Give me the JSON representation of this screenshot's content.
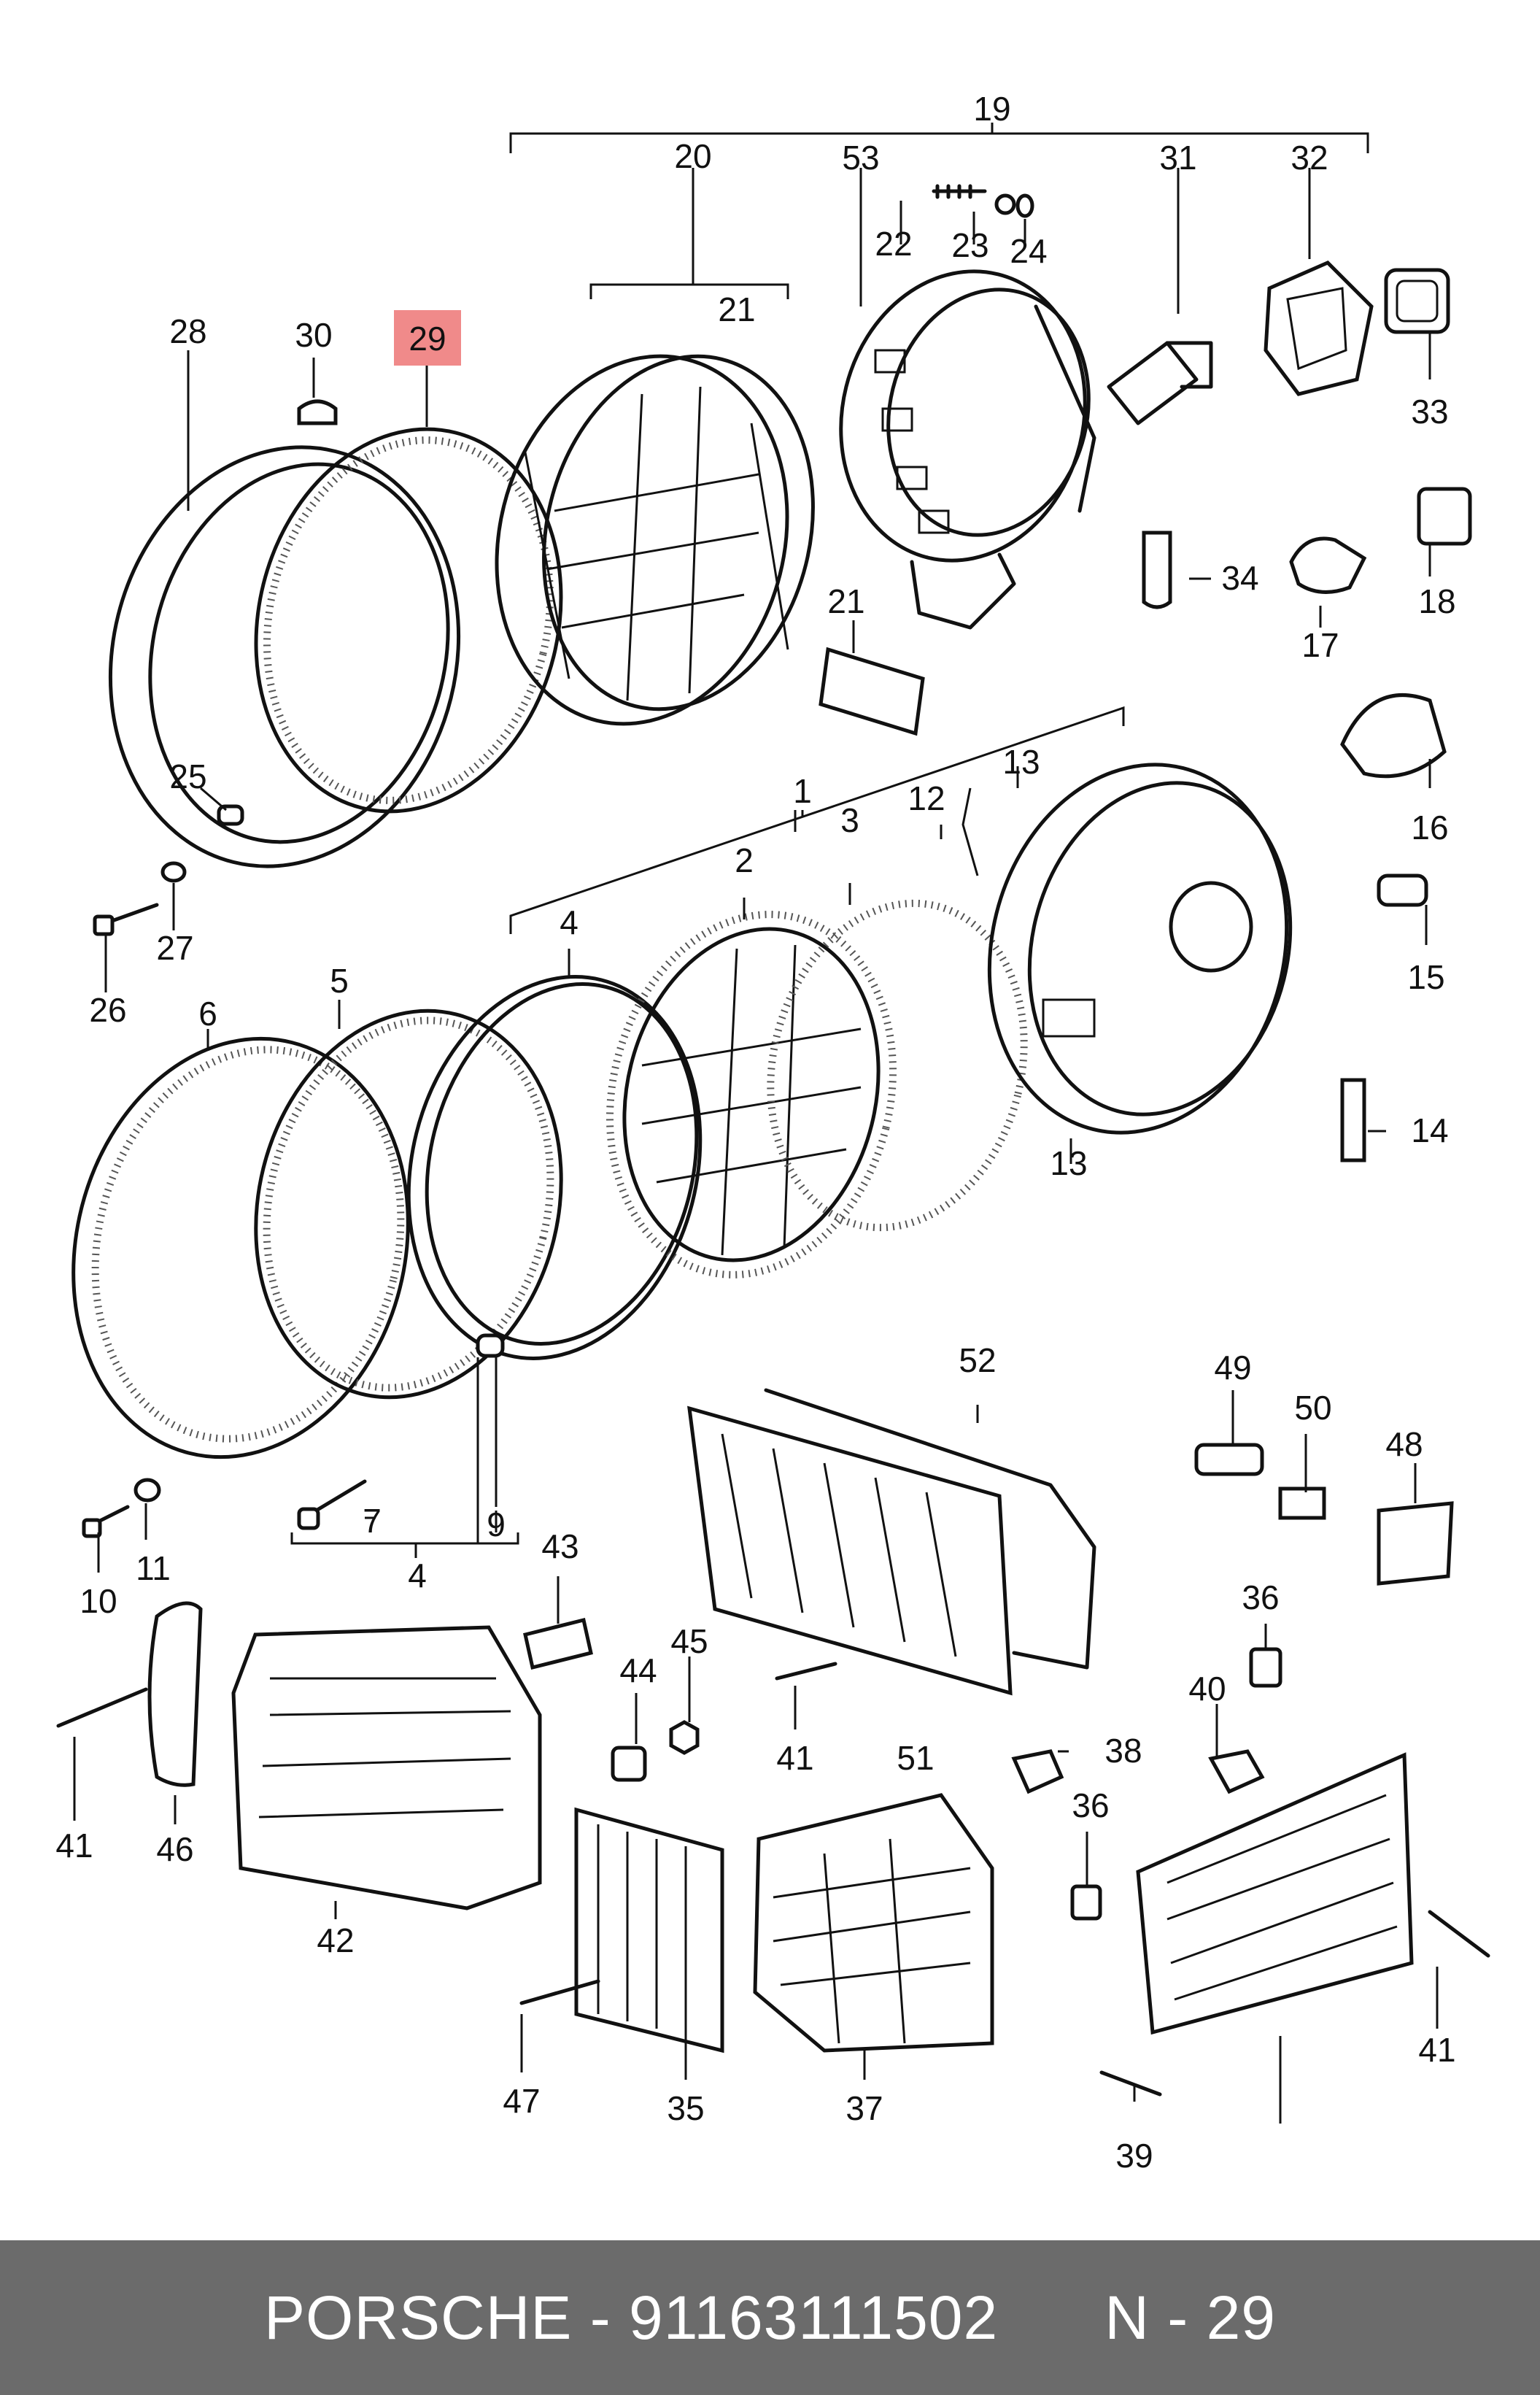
{
  "colors": {
    "background": "#ffffff",
    "line": "#111111",
    "highlight": "#f08a8a",
    "footer_bg": "#6b6b6b",
    "footer_text": "#ffffff"
  },
  "callouts": [
    "19",
    "20",
    "53",
    "31",
    "32",
    "22",
    "23",
    "24",
    "21",
    "30",
    "28",
    "29",
    "33",
    "34",
    "17",
    "18",
    "21",
    "25",
    "27",
    "26",
    "1",
    "12",
    "13",
    "3",
    "2",
    "4",
    "16",
    "15",
    "5",
    "6",
    "14",
    "13",
    "52",
    "49",
    "50",
    "48",
    "7",
    "9",
    "4",
    "10",
    "11",
    "43",
    "45",
    "44",
    "36",
    "40",
    "41",
    "51",
    "38",
    "41",
    "46",
    "42",
    "36",
    "41",
    "47",
    "35",
    "37",
    "39"
  ],
  "highlighted_part": "29",
  "footer": {
    "brand": "PORSCHE",
    "part_number": "91163111502",
    "position": "N - 29"
  }
}
